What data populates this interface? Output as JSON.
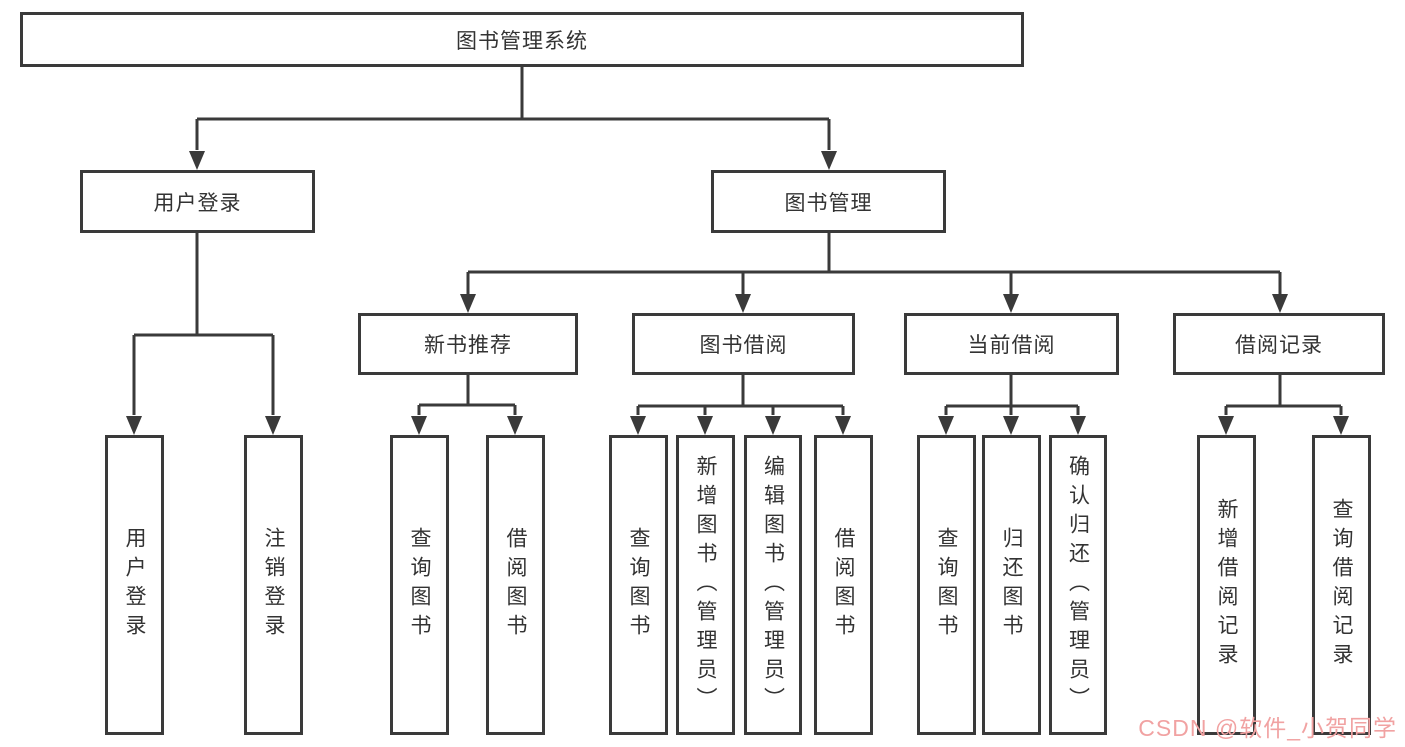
{
  "diagram": {
    "title_node": {
      "label": "图书管理系统"
    },
    "branches": [
      {
        "label": "用户登录",
        "leaves": [
          {
            "label": "用户登录"
          },
          {
            "label": "注销登录"
          }
        ]
      },
      {
        "label": "图书管理",
        "sections": [
          {
            "label": "新书推荐",
            "leaves": [
              {
                "label": "查询图书"
              },
              {
                "label": "借阅图书"
              }
            ]
          },
          {
            "label": "图书借阅",
            "leaves": [
              {
                "label": "查询图书"
              },
              {
                "label": "新增图书（管理员）"
              },
              {
                "label": "编辑图书（管理员）"
              },
              {
                "label": "借阅图书"
              }
            ]
          },
          {
            "label": "当前借阅",
            "leaves": [
              {
                "label": "查询图书"
              },
              {
                "label": "归还图书"
              },
              {
                "label": "确认归还（管理员）"
              }
            ]
          },
          {
            "label": "借阅记录",
            "leaves": [
              {
                "label": "新增借阅记录"
              },
              {
                "label": "查询借阅记录"
              }
            ]
          }
        ]
      }
    ]
  },
  "watermark": {
    "text": "CSDN @软件_小贺同学"
  },
  "colors": {
    "line": "#3a3a3a",
    "text": "#333333",
    "watermark": "#f1a2a2",
    "background": "#ffffff"
  }
}
